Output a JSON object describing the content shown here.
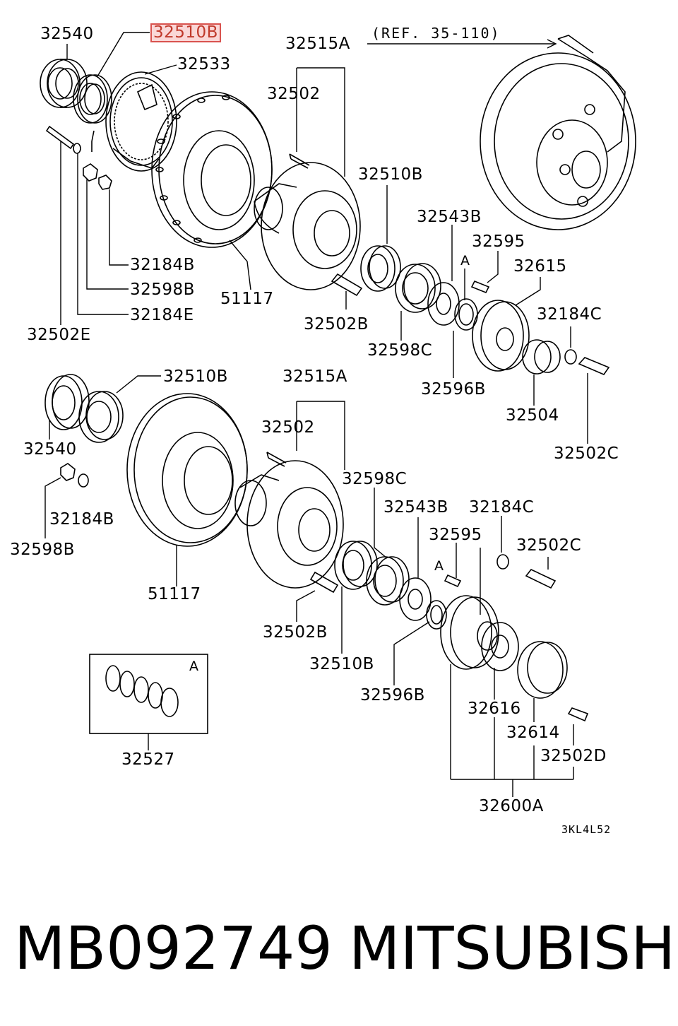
{
  "labels": {
    "l32540a": "32540",
    "l32510Ba": "32510B",
    "l32533": "32533",
    "l32515Aa": "32515A",
    "lref": "(REF. 35-110)",
    "l32502a": "32502",
    "l32510Bb": "32510B",
    "l32543Ba": "32543B",
    "l32595a": "32595",
    "lAa": "A",
    "l32615": "32615",
    "l32184Ca": "32184C",
    "l32184Ba": "32184B",
    "l32598Ba": "32598B",
    "l32184E": "32184E",
    "l32502E": "32502E",
    "l51117a": "51117",
    "l32502Ba": "32502B",
    "l32598Ca": "32598C",
    "l32596Ba": "32596B",
    "l32504": "32504",
    "l32502Ca": "32502C",
    "l32510Bc": "32510B",
    "l32515Ab": "32515A",
    "l32540b": "32540",
    "l32502b": "32502",
    "l32598Cb": "32598C",
    "l32184Bb": "32184B",
    "l32598Bb": "32598B",
    "l32543Bb": "32543B",
    "l32184Cb": "32184C",
    "l32595b": "32595",
    "l32502Cb": "32502C",
    "lAb": "A",
    "l51117b": "51117",
    "l32502Bb": "32502B",
    "l32510Bd": "32510B",
    "l32596Bb": "32596B",
    "l32616": "32616",
    "l32614": "32614",
    "l32502D": "32502D",
    "l32600A": "32600A",
    "lAbox": "A",
    "l32527": "32527",
    "lcode": "3KL4L52"
  },
  "footer": {
    "part_number": "MB092749",
    "brand": "MITSUBISHI"
  },
  "colors": {
    "ink": "#000000",
    "highlight_border": "#d9534f",
    "highlight_fill": "#f3b3b3"
  }
}
